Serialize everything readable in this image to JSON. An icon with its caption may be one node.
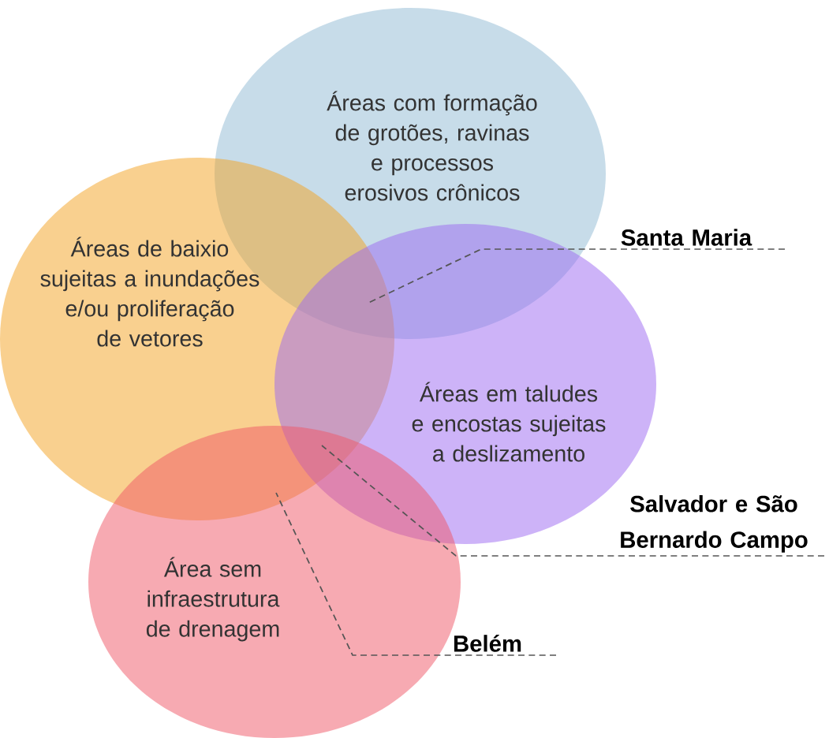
{
  "diagram": {
    "nodes": [
      {
        "text": [
          "Áreas com formação de grotões, ravinas e processos erosivos crônicos"
        ]
      },
      {
        "text": [
          "Áreas de baixio sujeitas a inundações e/ou proliferação de vetores"
        ]
      },
      {
        "text": [
          "Áreas em taludes e encostas sujeitas a deslizamento"
        ]
      },
      {
        "text": [
          "Área sem infraestrutura de drenagem"
        ]
      },
      {
        "text": [
          "Santa Maria"
        ]
      },
      {
        "text": [
          "Salvador e São Bernardo Campo"
        ]
      },
      {
        "text": [
          "Belém"
        ]
      }
    ],
    "edges": [
      {
        "from": 4,
        "to": 2,
        "arrow": "none",
        "style": "dashed"
      },
      {
        "from": 5,
        "to": 3,
        "arrow": "none",
        "style": "dashed"
      },
      {
        "from": 6,
        "to": 3,
        "arrow": "none",
        "style": "dashed"
      }
    ]
  }
}
